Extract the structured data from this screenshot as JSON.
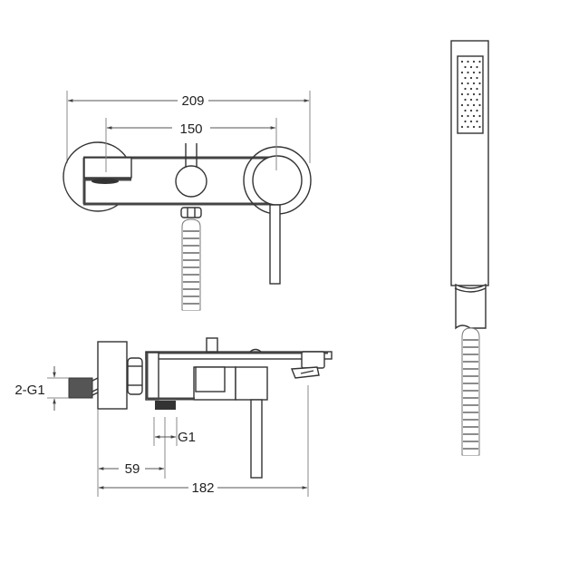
{
  "diagram": {
    "type": "technical-dimension-drawing",
    "subject": "wall-mounted bath/shower mixer with hand shower",
    "views": {
      "front_view": {
        "dimensions": {
          "overall_width": "209",
          "inlet_centers": "150"
        }
      },
      "side_view": {
        "dimensions": {
          "inlet_thread": "2-G1",
          "outlet_thread": "G1",
          "wall_to_outlet": "59",
          "overall_depth": "182"
        }
      },
      "hand_shower": {
        "label": ""
      }
    },
    "colors": {
      "line": "#333333",
      "dimension_line": "#555555",
      "background": "#ffffff"
    }
  }
}
